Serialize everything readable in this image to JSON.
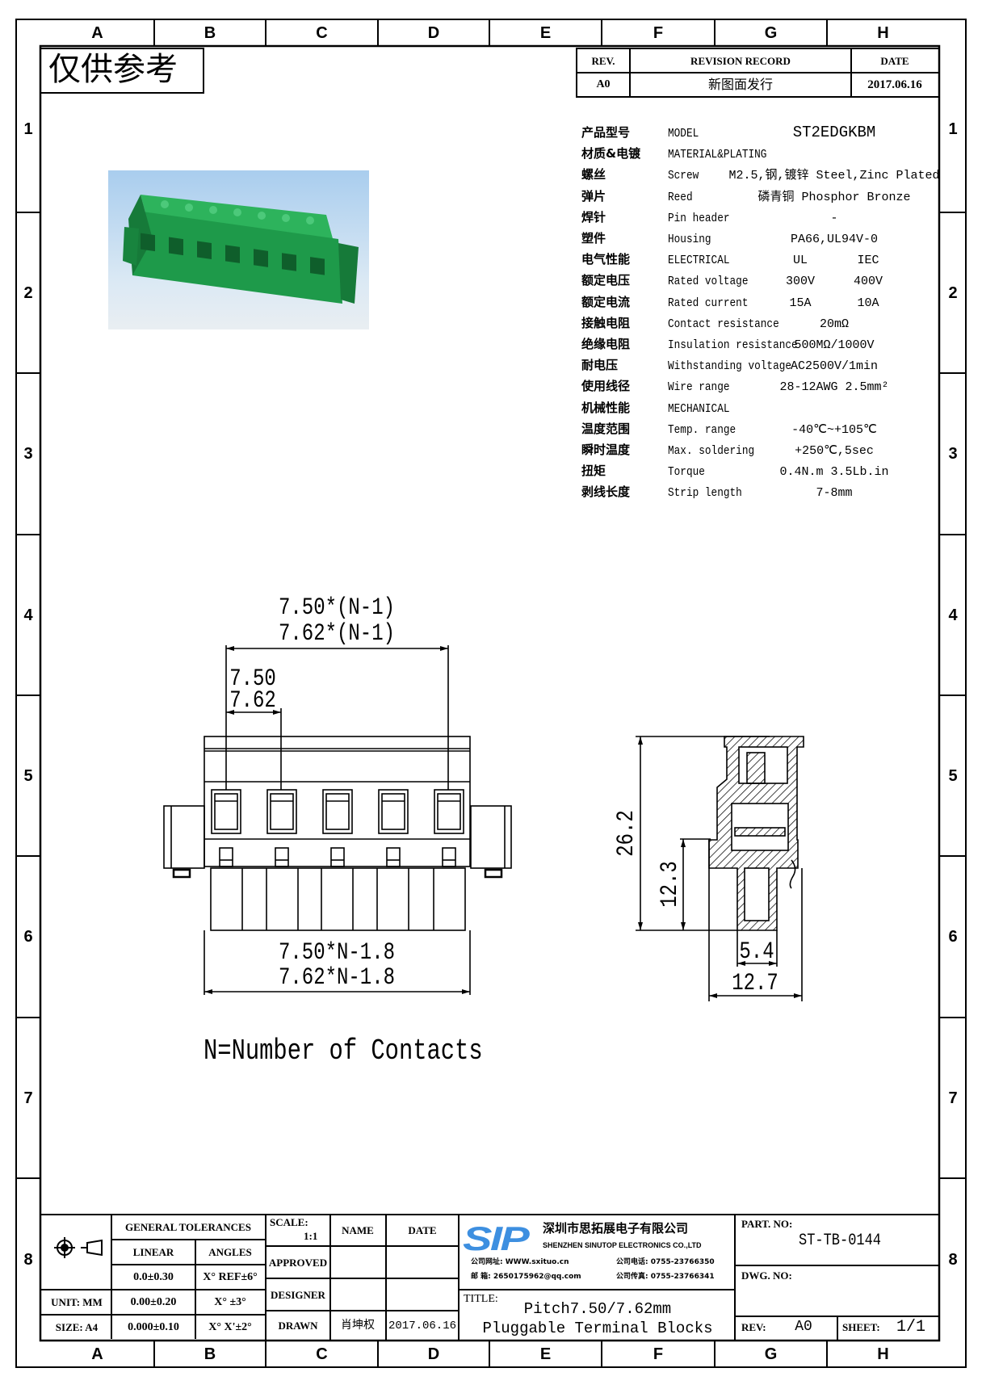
{
  "stamp": "仅供参考",
  "grid": {
    "columns": [
      "A",
      "B",
      "C",
      "D",
      "E",
      "F",
      "G",
      "H"
    ],
    "rows": [
      "1",
      "2",
      "3",
      "4",
      "5",
      "6",
      "7",
      "8"
    ]
  },
  "revision": {
    "headers": [
      "REV.",
      "REVISION RECORD",
      "DATE"
    ],
    "rev": "A0",
    "record": "新图面发行",
    "date": "2017.06.16"
  },
  "specs": [
    {
      "cn": "产品型号",
      "en": "MODEL",
      "v": [
        "ST2EDGKBM"
      ]
    },
    {
      "cn": "材质&电镀",
      "en": "MATERIAL&PLATING",
      "v": []
    },
    {
      "cn": "螺丝",
      "en": "Screw",
      "v": [
        "M2.5,钢,镀锌 Steel,Zinc Plated"
      ]
    },
    {
      "cn": "弹片",
      "en": "Reed",
      "v": [
        "磷青铜 Phosphor Bronze"
      ]
    },
    {
      "cn": "焊针",
      "en": "Pin header",
      "v": [
        "-"
      ]
    },
    {
      "cn": "塑件",
      "en": "Housing",
      "v": [
        "PA66,UL94V-0"
      ]
    },
    {
      "cn": "电气性能",
      "en": "ELECTRICAL",
      "v": [
        "UL",
        "IEC"
      ]
    },
    {
      "cn": "额定电压",
      "en": "Rated voltage",
      "v": [
        "300V",
        "400V"
      ]
    },
    {
      "cn": "额定电流",
      "en": "Rated current",
      "v": [
        "15A",
        "10A"
      ]
    },
    {
      "cn": "接触电阻",
      "en": "Contact resistance",
      "v": [
        "20mΩ"
      ]
    },
    {
      "cn": "绝缘电阻",
      "en": "Insulation resistance",
      "v": [
        "500MΩ/1000V"
      ]
    },
    {
      "cn": "耐电压",
      "en": "Withstanding voltage",
      "v": [
        "AC2500V/1min"
      ]
    },
    {
      "cn": "使用线径",
      "en": "Wire range",
      "v": [
        "28-12AWG 2.5mm²"
      ]
    },
    {
      "cn": "机械性能",
      "en": "MECHANICAL",
      "v": []
    },
    {
      "cn": "温度范围",
      "en": "Temp. range",
      "v": [
        "-40℃~+105℃"
      ]
    },
    {
      "cn": "瞬时温度",
      "en": "Max. soldering",
      "v": [
        "+250℃,5sec"
      ]
    },
    {
      "cn": "扭矩",
      "en": "Torque",
      "v": [
        "0.4N.m 3.5Lb.in"
      ]
    },
    {
      "cn": "剥线长度",
      "en": "Strip length",
      "v": [
        "7-8mm"
      ]
    }
  ],
  "front_view": {
    "dim_total_1": "7.50*(N-1)",
    "dim_total_2": "7.62*(N-1)",
    "dim_pitch_1": "7.50",
    "dim_pitch_2": "7.62",
    "dim_width_1": "7.50*N-1.8",
    "dim_width_2": "7.62*N-1.8"
  },
  "side_view": {
    "dim_height": "26.2",
    "dim_lower": "12.3",
    "dim_pin": "5.4",
    "dim_depth": "12.7"
  },
  "note": "N=Number of Contacts",
  "title_block": {
    "general_tolerances": "GENERAL TOLERANCES",
    "linear": "LINEAR",
    "angles": "ANGLES",
    "lin_1": "0.0±0.30",
    "ang_1": "X° REF±6°",
    "lin_2": "0.00±0.20",
    "ang_2": "X° ±3°",
    "lin_3": "0.000±0.10",
    "ang_3": "X° X'±2°",
    "unit": "UNIT: MM",
    "size": "SIZE: A4",
    "scale_label": "SCALE:",
    "scale_value": "1:1",
    "name": "NAME",
    "date": "DATE",
    "approved": "APPROVED",
    "designer": "DESIGNER",
    "drawn": "DRAWN",
    "drawn_name": "肖坤权",
    "drawn_date": "2017.06.16",
    "logo_text": "SIP",
    "company_cn": "深圳市思拓展电子有限公司",
    "company_en": "SHENZHEN SINUTOP ELECTRONICS CO.,LTD",
    "website": "公司网址: WWW.sxituo.cn",
    "email": "邮 箱: 2650175962@qq.com",
    "phone": "公司电话: 0755-23766350",
    "fax": "公司传真: 0755-23766341",
    "title_label": "TITLE:",
    "title_1": "Pitch7.50/7.62mm",
    "title_2": "Pluggable Terminal Blocks",
    "part_no_label": "PART. NO:",
    "part_no": "ST-TB-0144",
    "dwg_no_label": "DWG. NO:",
    "rev_label": "REV:",
    "rev": "A0",
    "sheet_label": "SHEET:",
    "sheet": "1/1"
  },
  "colors": {
    "logo": "#3d8fe0",
    "housing_green": "#1e9a4a"
  }
}
